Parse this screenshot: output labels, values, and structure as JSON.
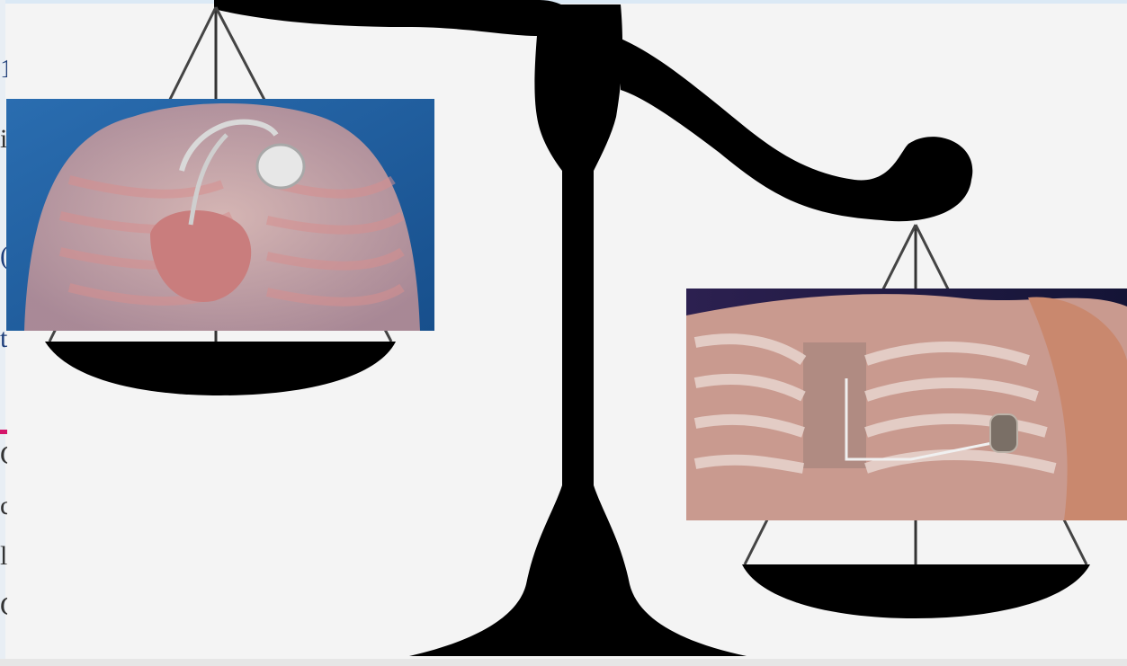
{
  "left_edge_fragments": [
    "1",
    "i",
    "(",
    "t",
    "C",
    "c",
    "l",
    "C"
  ],
  "colors": {
    "background": "#f4f4f4",
    "scale": "#000000",
    "left_panel_bg": "#1f5fa0",
    "right_panel_bg": "#1a1a4a",
    "accent_rule": "#d4156a"
  },
  "images": {
    "left": "transvenous-pacemaker-chest-illustration",
    "right": "subcutaneous-icd-chest-illustration"
  }
}
